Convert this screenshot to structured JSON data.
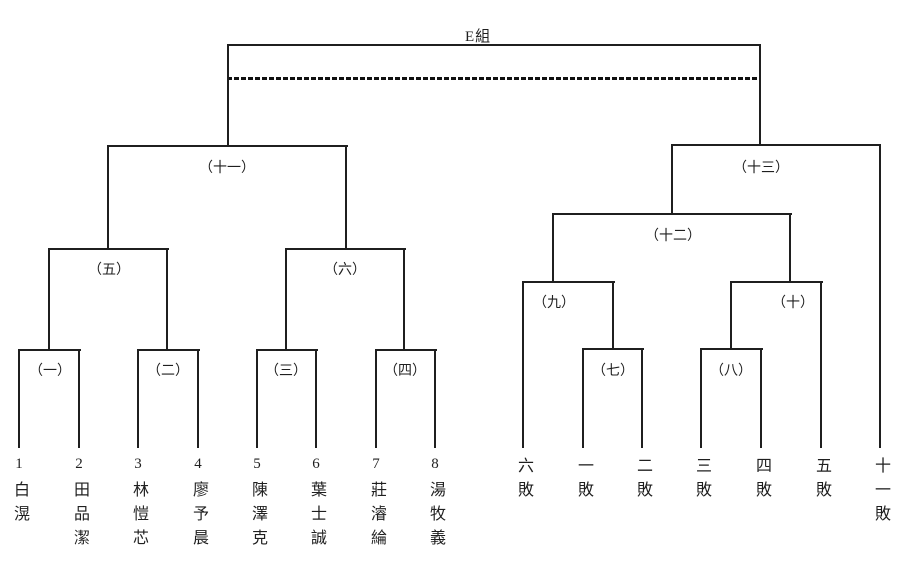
{
  "group": {
    "label": "E組"
  },
  "matches": {
    "m1": "（一）",
    "m2": "（二）",
    "m3": "（三）",
    "m4": "（四）",
    "m5": "（五）",
    "m6": "（六）",
    "m7": "（七）",
    "m8": "（八）",
    "m9": "（九）",
    "m10": "（十）",
    "m11": "（十一）",
    "m12": "（十二）",
    "m13": "（十三）"
  },
  "players": [
    {
      "seed": "1",
      "name": "白滉"
    },
    {
      "seed": "2",
      "name": "田品潔"
    },
    {
      "seed": "3",
      "name": "林愷芯"
    },
    {
      "seed": "4",
      "name": "廖予晨"
    },
    {
      "seed": "5",
      "name": "陳澤克"
    },
    {
      "seed": "6",
      "name": "葉士誠"
    },
    {
      "seed": "7",
      "name": "莊濬綸"
    },
    {
      "seed": "8",
      "name": "湯牧義"
    }
  ],
  "loser_slots": [
    "六敗",
    "一敗",
    "二敗",
    "三敗",
    "四敗",
    "五敗",
    "十一敗"
  ],
  "colors": {
    "line": "#1f1f1f",
    "text": "#1f1f1f",
    "background": "#ffffff"
  }
}
